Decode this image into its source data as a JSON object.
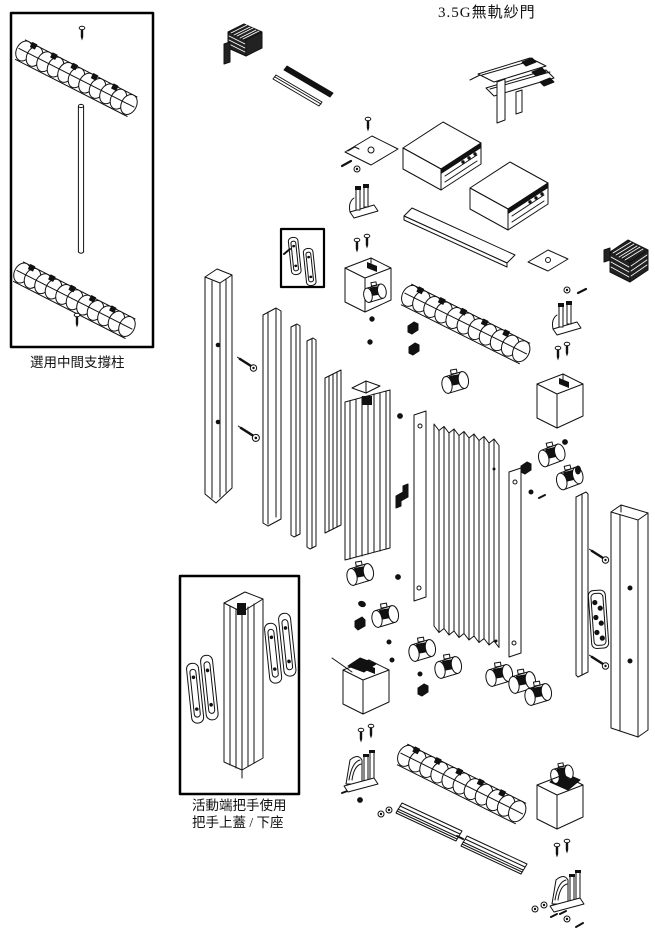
{
  "title": "3.5G無軌紗門",
  "callouts": [
    {
      "id": "support-column",
      "caption": "選用中間支撐柱"
    },
    {
      "id": "handle-usage",
      "caption_line1": "活動端把手使用",
      "caption_line2": "把手上蓋 / 下座"
    }
  ],
  "colors": {
    "background": "#ffffff",
    "line_art": "#111111",
    "callout_border": "#000000"
  }
}
